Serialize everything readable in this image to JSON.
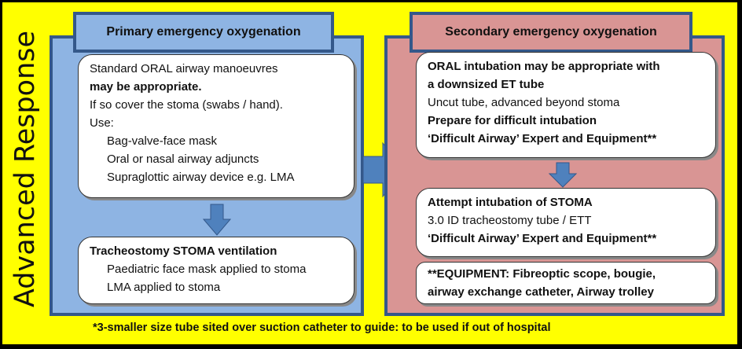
{
  "side_label": "Advanced Response",
  "primary": {
    "header": "Primary emergency oxygenation",
    "box1": {
      "lines": [
        {
          "text": "Standard ORAL airway manoeuvres",
          "bold": false
        },
        {
          "text": "may be appropriate.",
          "bold": true
        },
        {
          "text": "If so cover the stoma (swabs / hand).",
          "bold": false
        },
        {
          "text": "Use:",
          "bold": false
        },
        {
          "text": "Bag-valve-face mask",
          "indent": true
        },
        {
          "text": "Oral or nasal airway adjuncts",
          "indent": true
        },
        {
          "text": "Supraglottic airway device e.g. LMA",
          "indent": true
        }
      ]
    },
    "box2": {
      "title": "Tracheostomy STOMA ventilation",
      "items": [
        "Paediatric face mask applied to stoma",
        "LMA applied to stoma"
      ]
    }
  },
  "secondary": {
    "header": "Secondary emergency oxygenation",
    "box1": {
      "line1": "ORAL intubation may be appropriate with",
      "line2": "a downsized ET tube",
      "line3": "Uncut tube, advanced beyond stoma",
      "line4": "Prepare for difficult intubation",
      "line5": "‘Difficult Airway’ Expert and Equipment**"
    },
    "box2": {
      "line1": "Attempt intubation of STOMA",
      "line2": "3.0 ID tracheostomy tube / ETT",
      "line3": "‘Difficult Airway’ Expert and Equipment**"
    },
    "box3": {
      "line1": "**EQUIPMENT: Fibreoptic scope, bougie,",
      "line2": "airway exchange catheter, Airway trolley"
    }
  },
  "footnote": "*3-smaller size tube sited over suction catheter to guide: to be used if out of hospital",
  "colors": {
    "background": "#ffff00",
    "primary_panel": "#8eb4e3",
    "secondary_panel": "#d99594",
    "border": "#34588a",
    "arrow": "#4f81bd"
  }
}
